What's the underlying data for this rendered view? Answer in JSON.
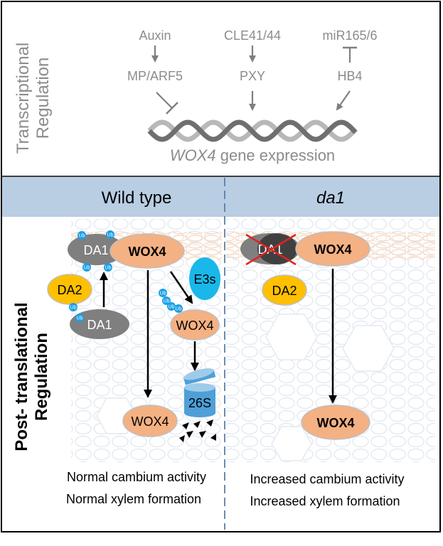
{
  "transcriptional": {
    "side_label_line1": "Transcriptional",
    "side_label_line2": "Regulation",
    "regulators": [
      "Auxin",
      "CLE41/44",
      "miR165/6"
    ],
    "mediators": [
      "MP/ARF5",
      "PXY",
      "HB4"
    ],
    "gene": "WOX4",
    "gene_suffix": " gene expression"
  },
  "header": {
    "left": "Wild type",
    "right": "da1"
  },
  "post_translational": {
    "side_label_line1": "Post- translational",
    "side_label_line2": "Regulation"
  },
  "wild_type": {
    "da1_top": "DA1",
    "wox4_top": "WOX4",
    "da2": "DA2",
    "da1_bottom": "DA1",
    "e3s": "E3s",
    "ub": "Ub",
    "wox4_mid": "WOX4",
    "proteasome": "26S",
    "wox4_bottom": "WOX4",
    "outcome_line1": "Normal cambium activity",
    "outcome_line2": "Normal xylem formation"
  },
  "mutant": {
    "da1": "DA1",
    "wox4_top": "WOX4",
    "da2": "DA2",
    "wox4_bottom": "WOX4",
    "outcome_line1": "Increased cambium activity",
    "outcome_line2": "Increased xylem formation"
  },
  "colors": {
    "header_band": "#b9cde3",
    "wox4": "#f4b183",
    "da1": "#7f7f7f",
    "da2": "#ffc000",
    "e3s": "#1ab7ea",
    "ub": "#1a9ee6",
    "proteasome": "#4f9fd8",
    "cross": "#e0231f"
  }
}
